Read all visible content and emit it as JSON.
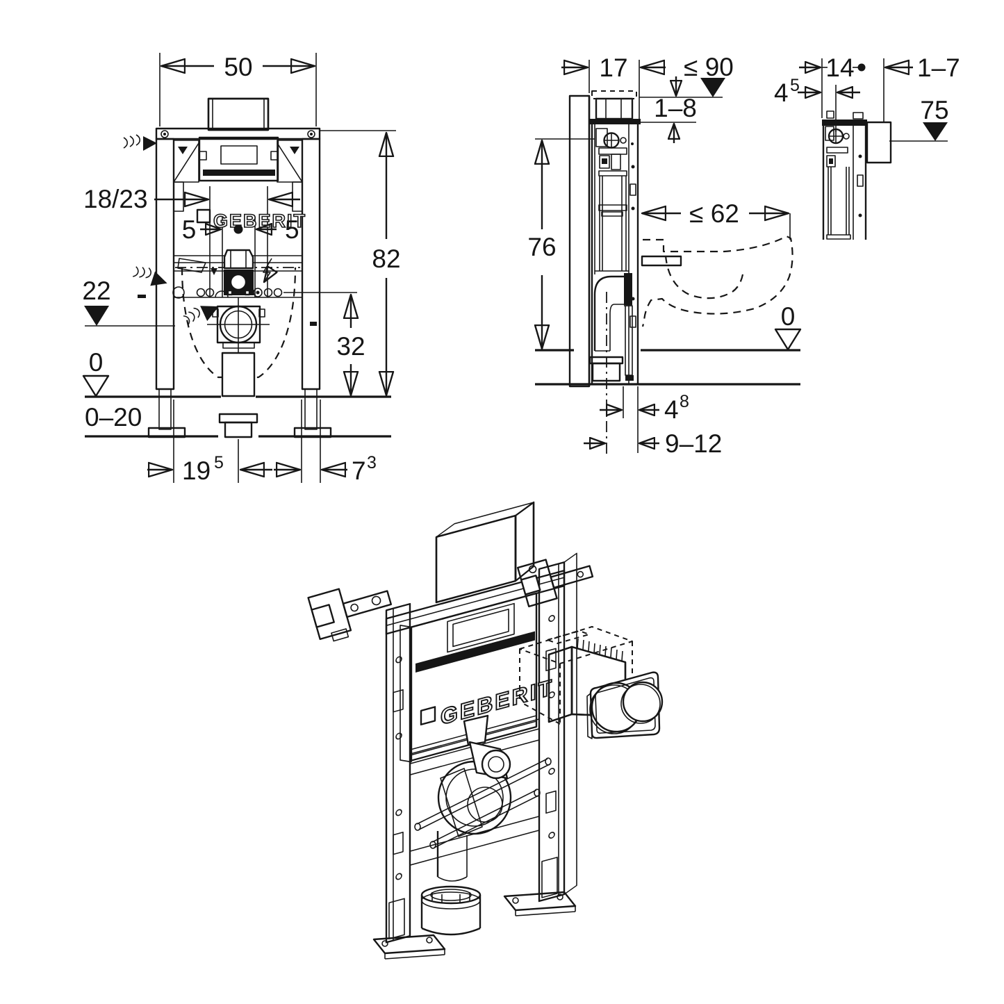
{
  "drawing": {
    "brand": "GEBERIT",
    "front": {
      "width": "50",
      "height": "82",
      "rod_spacing": "18/23",
      "rod_offset_left": "5",
      "rod_offset_right": "5",
      "outlet_height": "22",
      "floor_level": "0",
      "floor_adjust_range": "0–20",
      "lower_section_height": "32",
      "outlet_offset": {
        "value": "19",
        "sup": "5"
      },
      "frame_edge": {
        "value": "7",
        "sup": "3"
      }
    },
    "side": {
      "frame_depth": "17",
      "max_installation_height": "≤ 90",
      "trim_range": "1–8",
      "frame_height": "76",
      "max_bowl_depth": "≤ 62",
      "floor_level": "0",
      "outlet_to_front": {
        "value": "4",
        "sup": "8"
      },
      "outlet_distance_range": "9–12"
    },
    "detail": {
      "frame_depth": "14",
      "wall_finish_range": "1–7",
      "supply_offset": {
        "value": "4",
        "sup": "5"
      },
      "actuator_height": "75"
    }
  }
}
